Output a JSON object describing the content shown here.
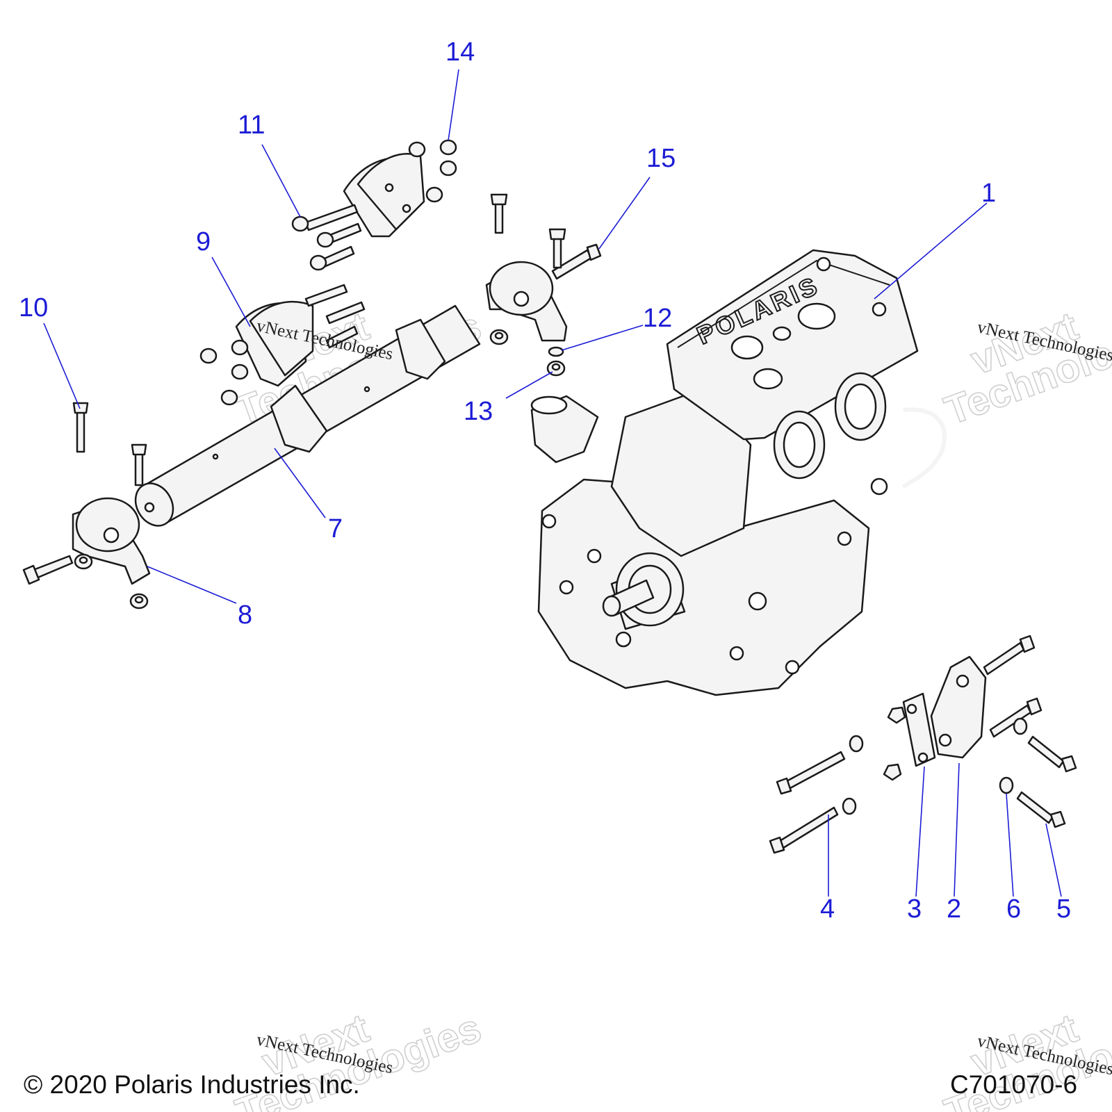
{
  "diagram": {
    "engine_brand_text": "POLARIS",
    "callouts": [
      {
        "id": "c1",
        "label": "1"
      },
      {
        "id": "c2",
        "label": "2"
      },
      {
        "id": "c3",
        "label": "3"
      },
      {
        "id": "c4",
        "label": "4"
      },
      {
        "id": "c5",
        "label": "5"
      },
      {
        "id": "c6",
        "label": "6"
      },
      {
        "id": "c7",
        "label": "7"
      },
      {
        "id": "c8",
        "label": "8"
      },
      {
        "id": "c9",
        "label": "9"
      },
      {
        "id": "c10",
        "label": "10"
      },
      {
        "id": "c11",
        "label": "11"
      },
      {
        "id": "c12",
        "label": "12"
      },
      {
        "id": "c13",
        "label": "13"
      },
      {
        "id": "c14",
        "label": "14"
      },
      {
        "id": "c15",
        "label": "15"
      }
    ],
    "callout_color": "#1c1cd6"
  },
  "watermark": {
    "brand_line1": "vNext",
    "brand_line2": "Technologies",
    "text": "vNext Technologies"
  },
  "footer": {
    "copyright": "© 2020 Polaris Industries Inc.",
    "drawing_number": "C701070-6"
  }
}
